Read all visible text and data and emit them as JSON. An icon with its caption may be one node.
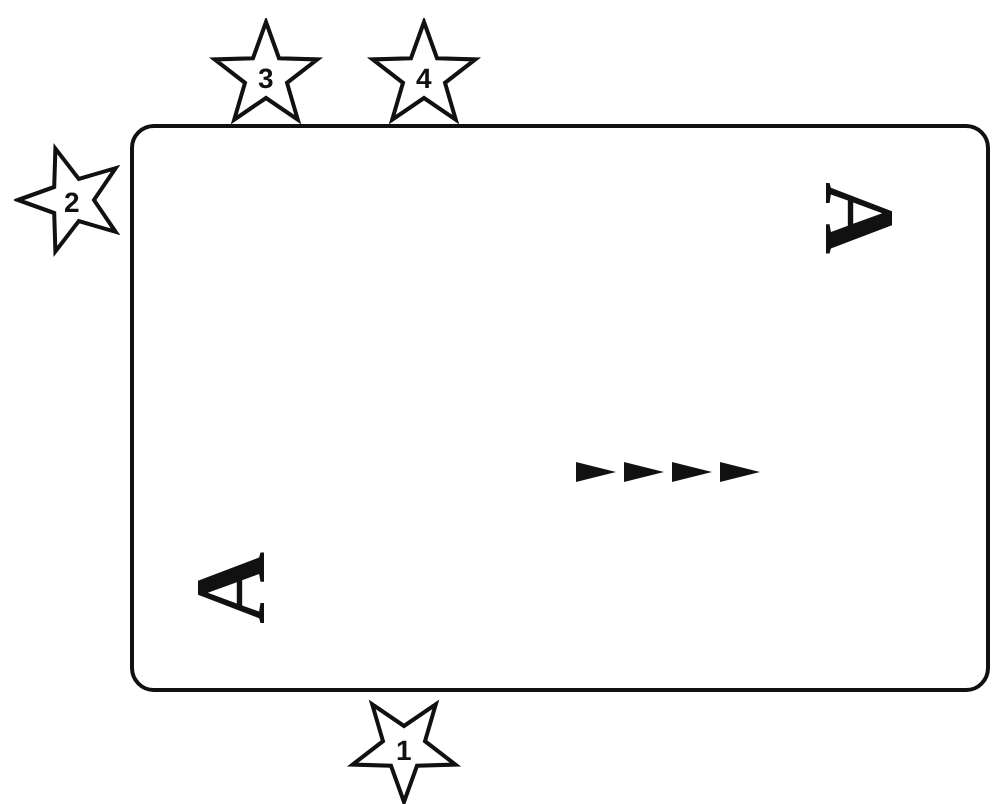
{
  "diagram": {
    "nodes": [
      {
        "text": [
          "A",
          "A"
        ]
      },
      {
        "text": [
          "3"
        ]
      },
      {
        "text": [
          "4"
        ]
      },
      {
        "text": [
          "2"
        ]
      },
      {
        "text": [
          "1"
        ]
      }
    ]
  }
}
